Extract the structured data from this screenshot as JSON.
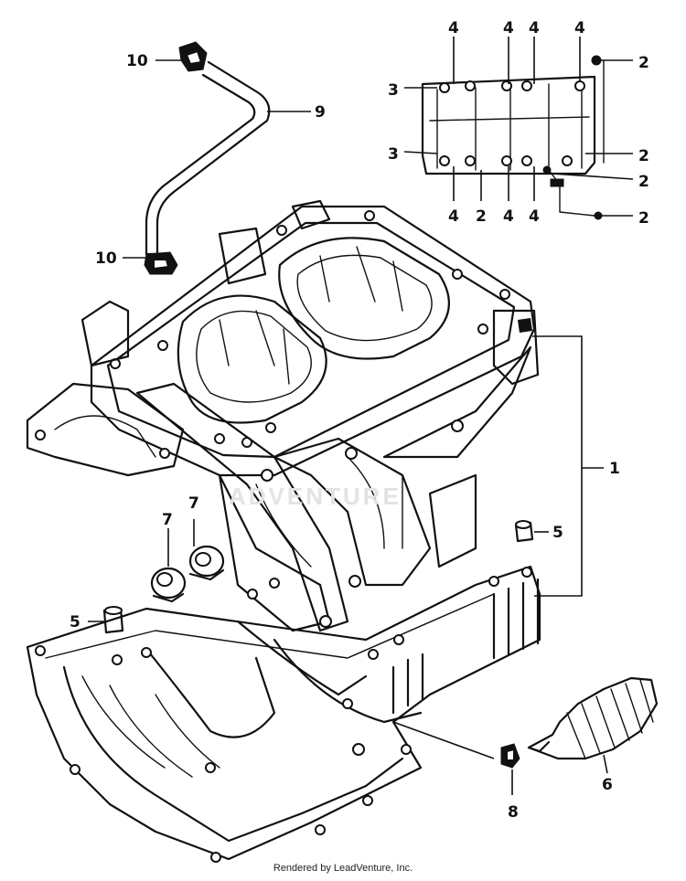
{
  "callouts": {
    "c1": "1",
    "c2a": "2",
    "c2b": "2",
    "c2c": "2",
    "c2d": "2",
    "c2e": "2",
    "c3a": "3",
    "c3b": "3",
    "c4a": "4",
    "c4b": "4",
    "c4c": "4",
    "c4d": "4",
    "c4e": "4",
    "c4f": "4",
    "c4g": "4",
    "c5a": "5",
    "c5b": "5",
    "c6": "6",
    "c7a": "7",
    "c7b": "7",
    "c8": "8",
    "c9": "9",
    "c10a": "10",
    "c10b": "10"
  },
  "watermark": "ADVENTURE",
  "footer": "Rendered by LeadVenture, Inc."
}
